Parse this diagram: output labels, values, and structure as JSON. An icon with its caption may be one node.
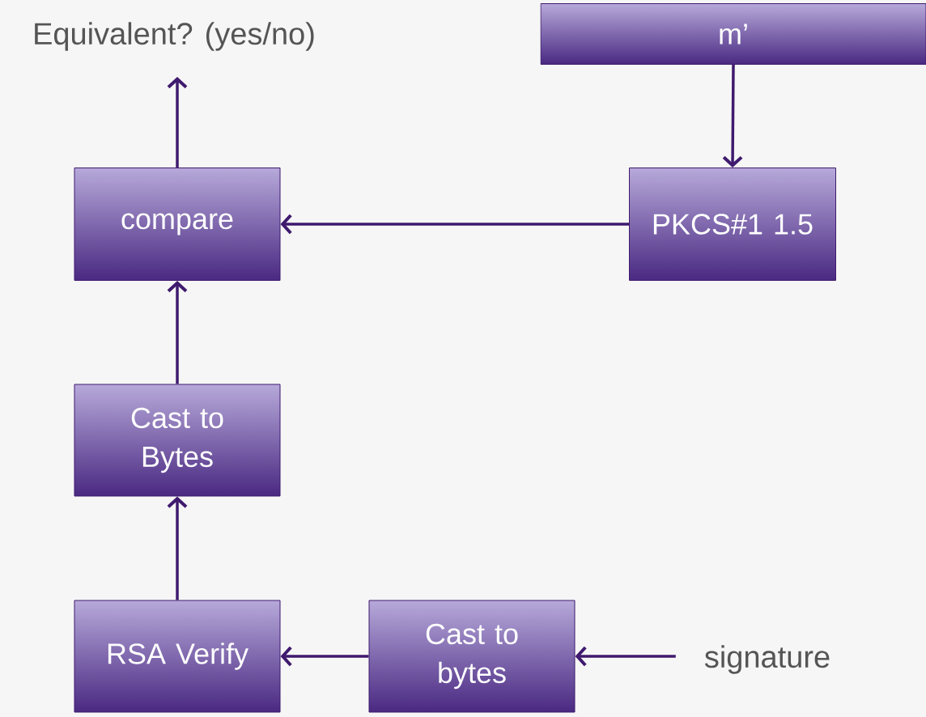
{
  "diagram": {
    "nodes": [
      {
        "text": [
          "Equivalent? (yes/no)"
        ]
      },
      {
        "text": [
          "m’"
        ]
      },
      {
        "text": [
          "compare"
        ]
      },
      {
        "text": [
          "PKCS#1 1.5"
        ]
      },
      {
        "text": [
          "Cast to Bytes"
        ]
      },
      {
        "text": [
          "RSA Verify"
        ]
      },
      {
        "text": [
          "Cast to bytes"
        ]
      },
      {
        "text": [
          "signature"
        ]
      }
    ],
    "edges": [
      {
        "from": 2,
        "to": 0,
        "arrow": "to"
      },
      {
        "from": 1,
        "to": 3,
        "arrow": "to"
      },
      {
        "from": 3,
        "to": 2,
        "arrow": "to"
      },
      {
        "from": 4,
        "to": 2,
        "arrow": "to"
      },
      {
        "from": 5,
        "to": 4,
        "arrow": "to"
      },
      {
        "from": 6,
        "to": 5,
        "arrow": "to"
      },
      {
        "from": 7,
        "to": 6,
        "arrow": "to"
      }
    ]
  }
}
